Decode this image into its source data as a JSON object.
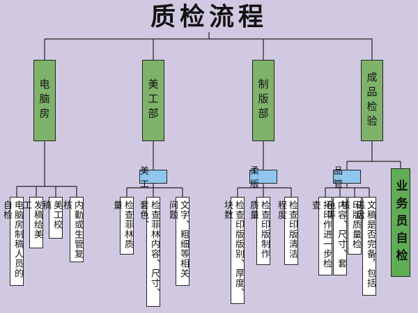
{
  "title": "质检流程",
  "departments": [
    {
      "label": "电脑房"
    },
    {
      "label": "美工部"
    },
    {
      "label": "制版部"
    },
    {
      "label": "成品检验"
    }
  ],
  "sub_groups": [
    {
      "label": "美 工"
    },
    {
      "label": "柔 版"
    },
    {
      "label": "品 管"
    }
  ],
  "side_box": {
    "label": "业务员自检"
  },
  "tasks": [
    {
      "label": "电脑房制稿人员的自检"
    },
    {
      "label": "发稿给美工"
    },
    {
      "label": "美工校稿"
    },
    {
      "label": "内勤或生管复核"
    },
    {
      "label": "检查菲林质量"
    },
    {
      "label": "检查菲林内容、尺寸、套色、"
    },
    {
      "label": "文字、粗细等相关问题"
    },
    {
      "label": "检查印版版别、厚度、块数"
    },
    {
      "label": "检查印版制作质量"
    },
    {
      "label": "检查印版清洁程度"
    },
    {
      "label": "拓印作进一步检查"
    },
    {
      "label": "内容、尺寸、套色等"
    },
    {
      "label": "印版质量检核"
    },
    {
      "label": "文稿是否完备，包括磁盘"
    }
  ],
  "colors": {
    "background": "#d1c9e2",
    "department_fill": "#7fb26a",
    "sub_group_fill": "#8fc6ee",
    "task_fill": "#ffffff",
    "line": "#222222"
  }
}
